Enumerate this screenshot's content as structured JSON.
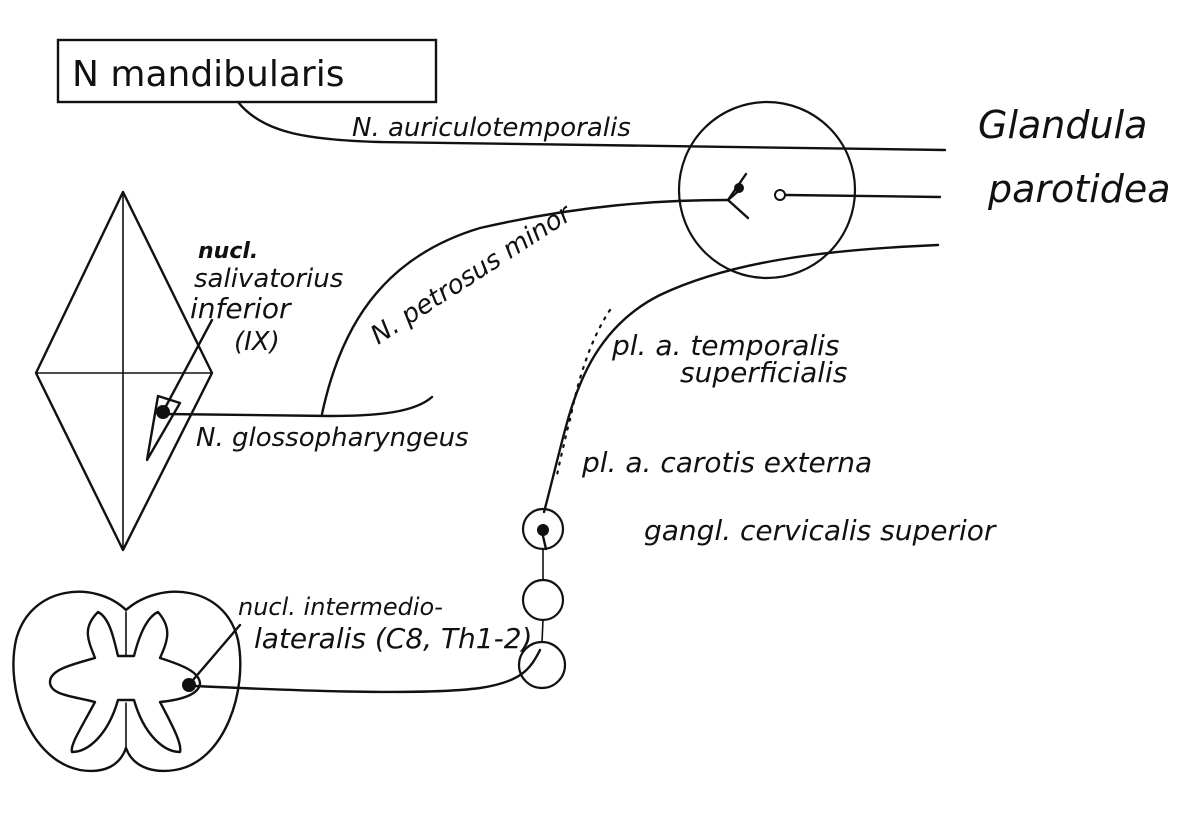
{
  "labels": {
    "n_mandibularis": "N mandibularis",
    "auriculotemporalis": "N. auriculotemporalis",
    "glandula": "Glandula",
    "parotidea": "parotidea",
    "nucl": "nucl.",
    "salivatorius": "salivatorius",
    "inferior": "inferior",
    "ix": "(IX)",
    "petrosus_minor": "N. petrosus minor",
    "glossopharyngeus": "N. glossopharyngeus",
    "temporalis": "pl. a. temporalis",
    "superficialis": "superficialis",
    "carotis": "pl. a. carotis externa",
    "gangl": "gangl. cervicalis superior",
    "intermedio": "nucl. intermedio-",
    "lateralis": "lateralis (C8, Th1-2)"
  }
}
